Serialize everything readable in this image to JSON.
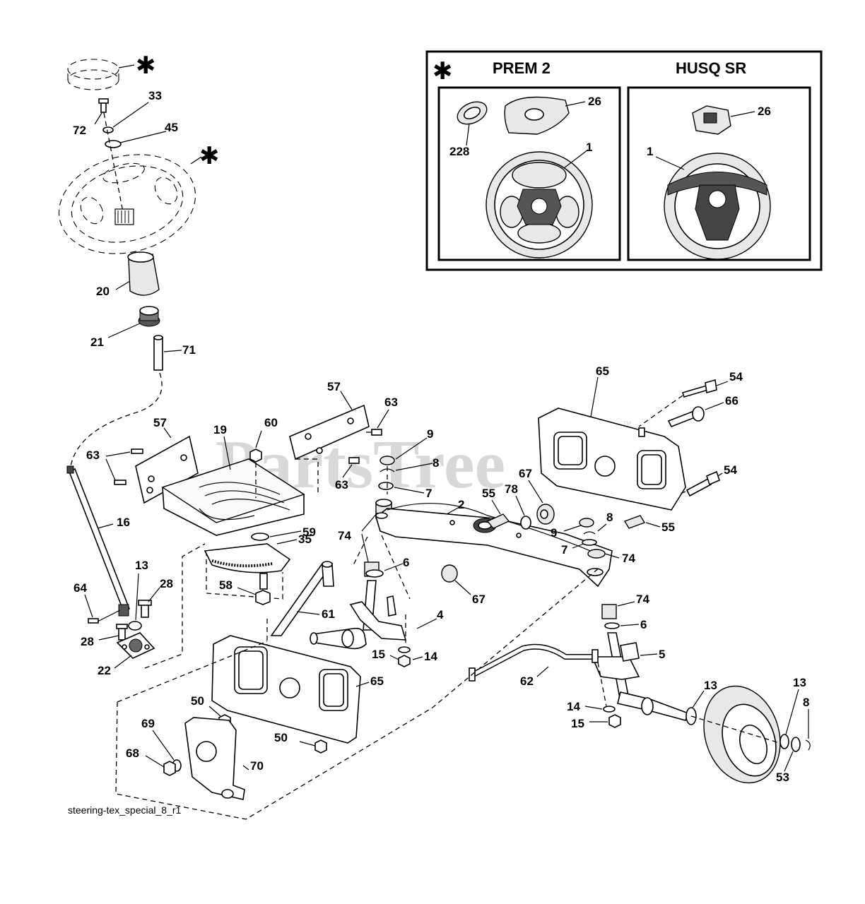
{
  "watermark": {
    "text": "PartsTree",
    "trademark": "™"
  },
  "inset": {
    "star": "✱",
    "left_title": "PREM 2",
    "right_title": "HUSQ SR",
    "left_callouts": [
      "26",
      "228",
      "1"
    ],
    "right_callouts": [
      "26",
      "1"
    ]
  },
  "main_stars": [
    "✱",
    "✱"
  ],
  "callouts": {
    "c72": "72",
    "c33": "33",
    "c45": "45",
    "c20": "20",
    "c21": "21",
    "c71": "71",
    "c16": "16",
    "c64": "64",
    "c13a": "13",
    "c28a": "28",
    "c28b": "28",
    "c22": "22",
    "c57a": "57",
    "c63a": "63",
    "c19": "19",
    "c60": "60",
    "c57b": "57",
    "c63b": "63",
    "c63c": "63",
    "c59": "59",
    "c35": "35",
    "c58": "58",
    "c61": "61",
    "c9a": "9",
    "c8a": "8",
    "c7a": "7",
    "c74a": "74",
    "c6a": "6",
    "c2": "2",
    "c55a": "55",
    "c78": "78",
    "c67a": "67",
    "c9b": "9",
    "c8b": "8",
    "c7b": "7",
    "c74b": "74",
    "c67b": "67",
    "c4": "4",
    "c15a": "15",
    "c14a": "14",
    "c65a": "65",
    "c54a": "54",
    "c66": "66",
    "c54b": "54",
    "c55b": "55",
    "c74c": "74",
    "c6b": "6",
    "c5": "5",
    "c62": "62",
    "c14b": "14",
    "c15b": "15",
    "c13b": "13",
    "c13c": "13",
    "c8c": "8",
    "c53": "53",
    "c65b": "65",
    "c50a": "50",
    "c50b": "50",
    "c69": "69",
    "c68": "68",
    "c70": "70"
  },
  "reference": "steering-tex_special_8_r1"
}
